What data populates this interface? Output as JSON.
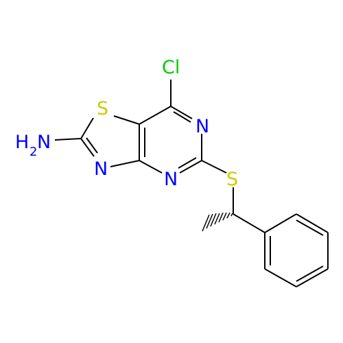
{
  "molecule": {
    "atoms": [
      {
        "id": "Cl",
        "symbol": "Cl",
        "element": "Cl"
      },
      {
        "id": "N_top",
        "symbol": "N",
        "element": "N"
      },
      {
        "id": "S_ring",
        "symbol": "S",
        "element": "S"
      },
      {
        "id": "N_amine",
        "symbol": "N",
        "element": "N",
        "prefix": "H",
        "prefix_subscript": "2"
      },
      {
        "id": "N_thiazole",
        "symbol": "N",
        "element": "N"
      },
      {
        "id": "N_bottom",
        "symbol": "N",
        "element": "N"
      },
      {
        "id": "S_thio",
        "symbol": "S",
        "element": "S"
      }
    ]
  },
  "element_colors": {
    "Cl": "#00CC00",
    "N": "#0000FF",
    "S": "#CCCC00",
    "C": "#000000"
  }
}
